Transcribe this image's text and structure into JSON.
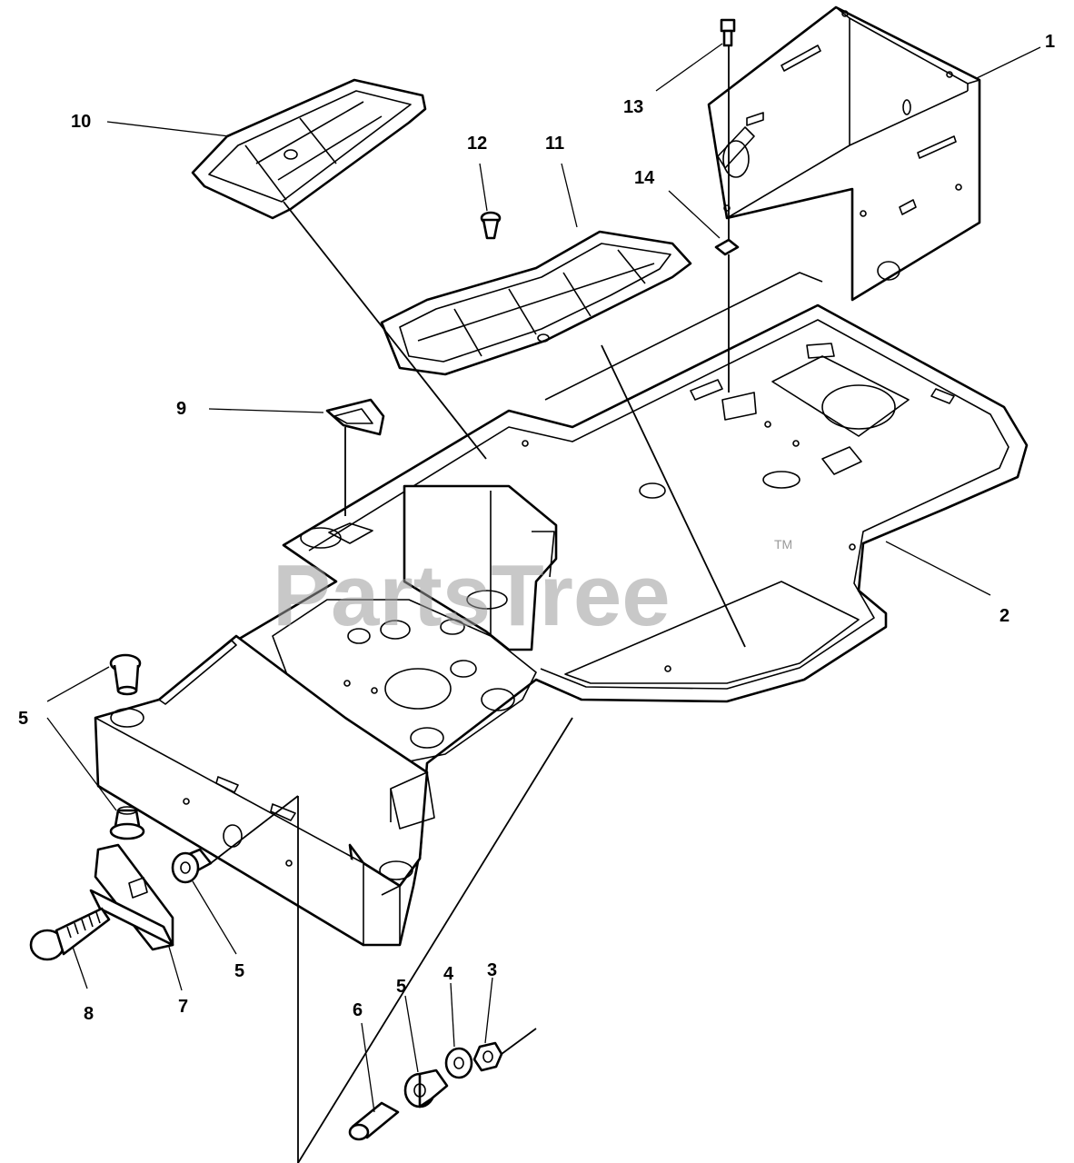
{
  "watermark": {
    "text": "PartsTree",
    "mark": "TM"
  },
  "callouts": {
    "c1": "1",
    "c2": "2",
    "c3": "3",
    "c4": "4",
    "c5a": "5",
    "c5b": "5",
    "c5c": "5",
    "c5d": "5",
    "c6": "6",
    "c7": "7",
    "c8": "8",
    "c9": "9",
    "c10": "10",
    "c11": "11",
    "c12": "12",
    "c13": "13",
    "c14": "14"
  },
  "colors": {
    "line": "#000000",
    "watermark": "#9a9a9a",
    "background": "#ffffff"
  }
}
